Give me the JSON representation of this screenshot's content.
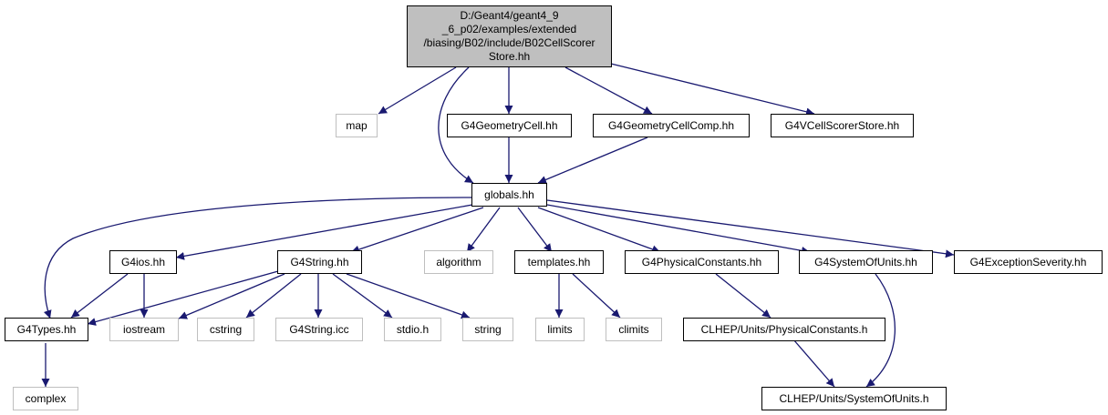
{
  "diagram": {
    "root": {
      "lines": [
        "D:/Geant4/geant4_9",
        "_6_p02/examples/extended",
        "/biasing/B02/include/B02CellScorer",
        "Store.hh"
      ]
    },
    "nodes": {
      "map": "map",
      "g4geometrycell": "G4GeometryCell.hh",
      "g4geometrycellcomp": "G4GeometryCellComp.hh",
      "g4vcellscorerstore": "G4VCellScorerStore.hh",
      "globals": "globals.hh",
      "g4ios": "G4ios.hh",
      "g4string": "G4String.hh",
      "algorithm": "algorithm",
      "templates": "templates.hh",
      "g4physicalconstants": "G4PhysicalConstants.hh",
      "g4systemofunits": "G4SystemOfUnits.hh",
      "g4exceptionseverity": "G4ExceptionSeverity.hh",
      "g4types": "G4Types.hh",
      "iostream": "iostream",
      "cstring": "cstring",
      "g4stringicc": "G4String.icc",
      "stdio": "stdio.h",
      "string": "string",
      "limits": "limits",
      "climits": "climits",
      "clhep_physconst": "CLHEP/Units/PhysicalConstants.h",
      "complex": "complex",
      "clhep_sysunits": "CLHEP/Units/SystemOfUnits.h"
    },
    "colors": {
      "edge": "#191970",
      "root_fill": "#bfbfbf",
      "node_border": "#000000",
      "external_border": "#bfbfbf"
    }
  }
}
